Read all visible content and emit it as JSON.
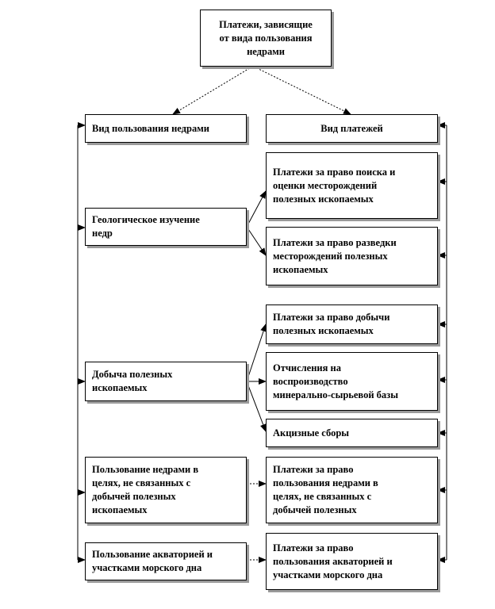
{
  "root": {
    "lines": [
      "Платежи, зависящие",
      "от вида пользования",
      "недрами"
    ]
  },
  "headers": {
    "left": {
      "lines": [
        "Вид пользования недрами"
      ]
    },
    "right": {
      "lines": [
        "Вид платежей"
      ]
    }
  },
  "usage_types": [
    {
      "lines": [
        "Геологическое  изучение",
        "недр"
      ]
    },
    {
      "lines": [
        "Добыча полезных",
        "ископаемых"
      ]
    },
    {
      "lines": [
        "Пользование недрами в",
        "целях, не связанных с",
        "добычей полезных",
        "ископаемых"
      ]
    },
    {
      "lines": [
        "Пользование акваторией и",
        "участками  морского дна"
      ]
    }
  ],
  "payments": [
    {
      "lines": [
        "Платежи за право поиска и",
        "оценки месторождений",
        "полезных ископаемых"
      ]
    },
    {
      "lines": [
        "Платежи за право разведки",
        "месторождений полезных",
        "ископаемых"
      ]
    },
    {
      "lines": [
        "Платежи за право добычи",
        "полезных ископаемых"
      ]
    },
    {
      "lines": [
        "Отчисления на",
        "воспроизводство",
        "минерально-сырьевой базы"
      ]
    },
    {
      "lines": [
        "Акцизные сборы"
      ]
    },
    {
      "lines": [
        "Платежи за право",
        "пользования недрами в",
        "целях, не связанных с",
        "добычей полезных"
      ]
    },
    {
      "lines": [
        "Платежи за право",
        "пользования акваторией и",
        "участками  морского дна"
      ]
    }
  ]
}
